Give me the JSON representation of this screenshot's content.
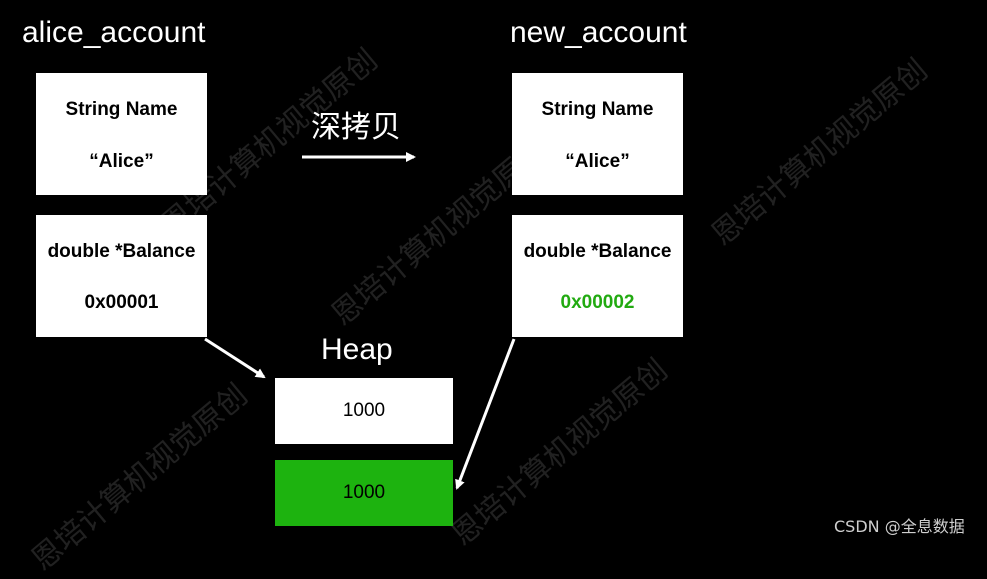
{
  "left_object": {
    "title": "alice_account",
    "name_box": {
      "line1": "String Name",
      "line2": "“Alice”"
    },
    "balance_box": {
      "line1": "double *Balance",
      "line2": "0x00001"
    }
  },
  "right_object": {
    "title": "new_account",
    "name_box": {
      "line1": "String Name",
      "line2": "“Alice”"
    },
    "balance_box": {
      "line1": "double *Balance",
      "line2": "0x00002"
    }
  },
  "copy_label": "深拷贝",
  "heap": {
    "title": "Heap",
    "cells": [
      {
        "value": "1000"
      },
      {
        "value": "1000"
      }
    ]
  },
  "watermark_text": "恩培计算机视觉原创",
  "footer": "CSDN @全息数据",
  "colors": {
    "background": "#000000",
    "box": "#ffffff",
    "highlight_green": "#1db30f",
    "address_green": "#22aa11"
  }
}
